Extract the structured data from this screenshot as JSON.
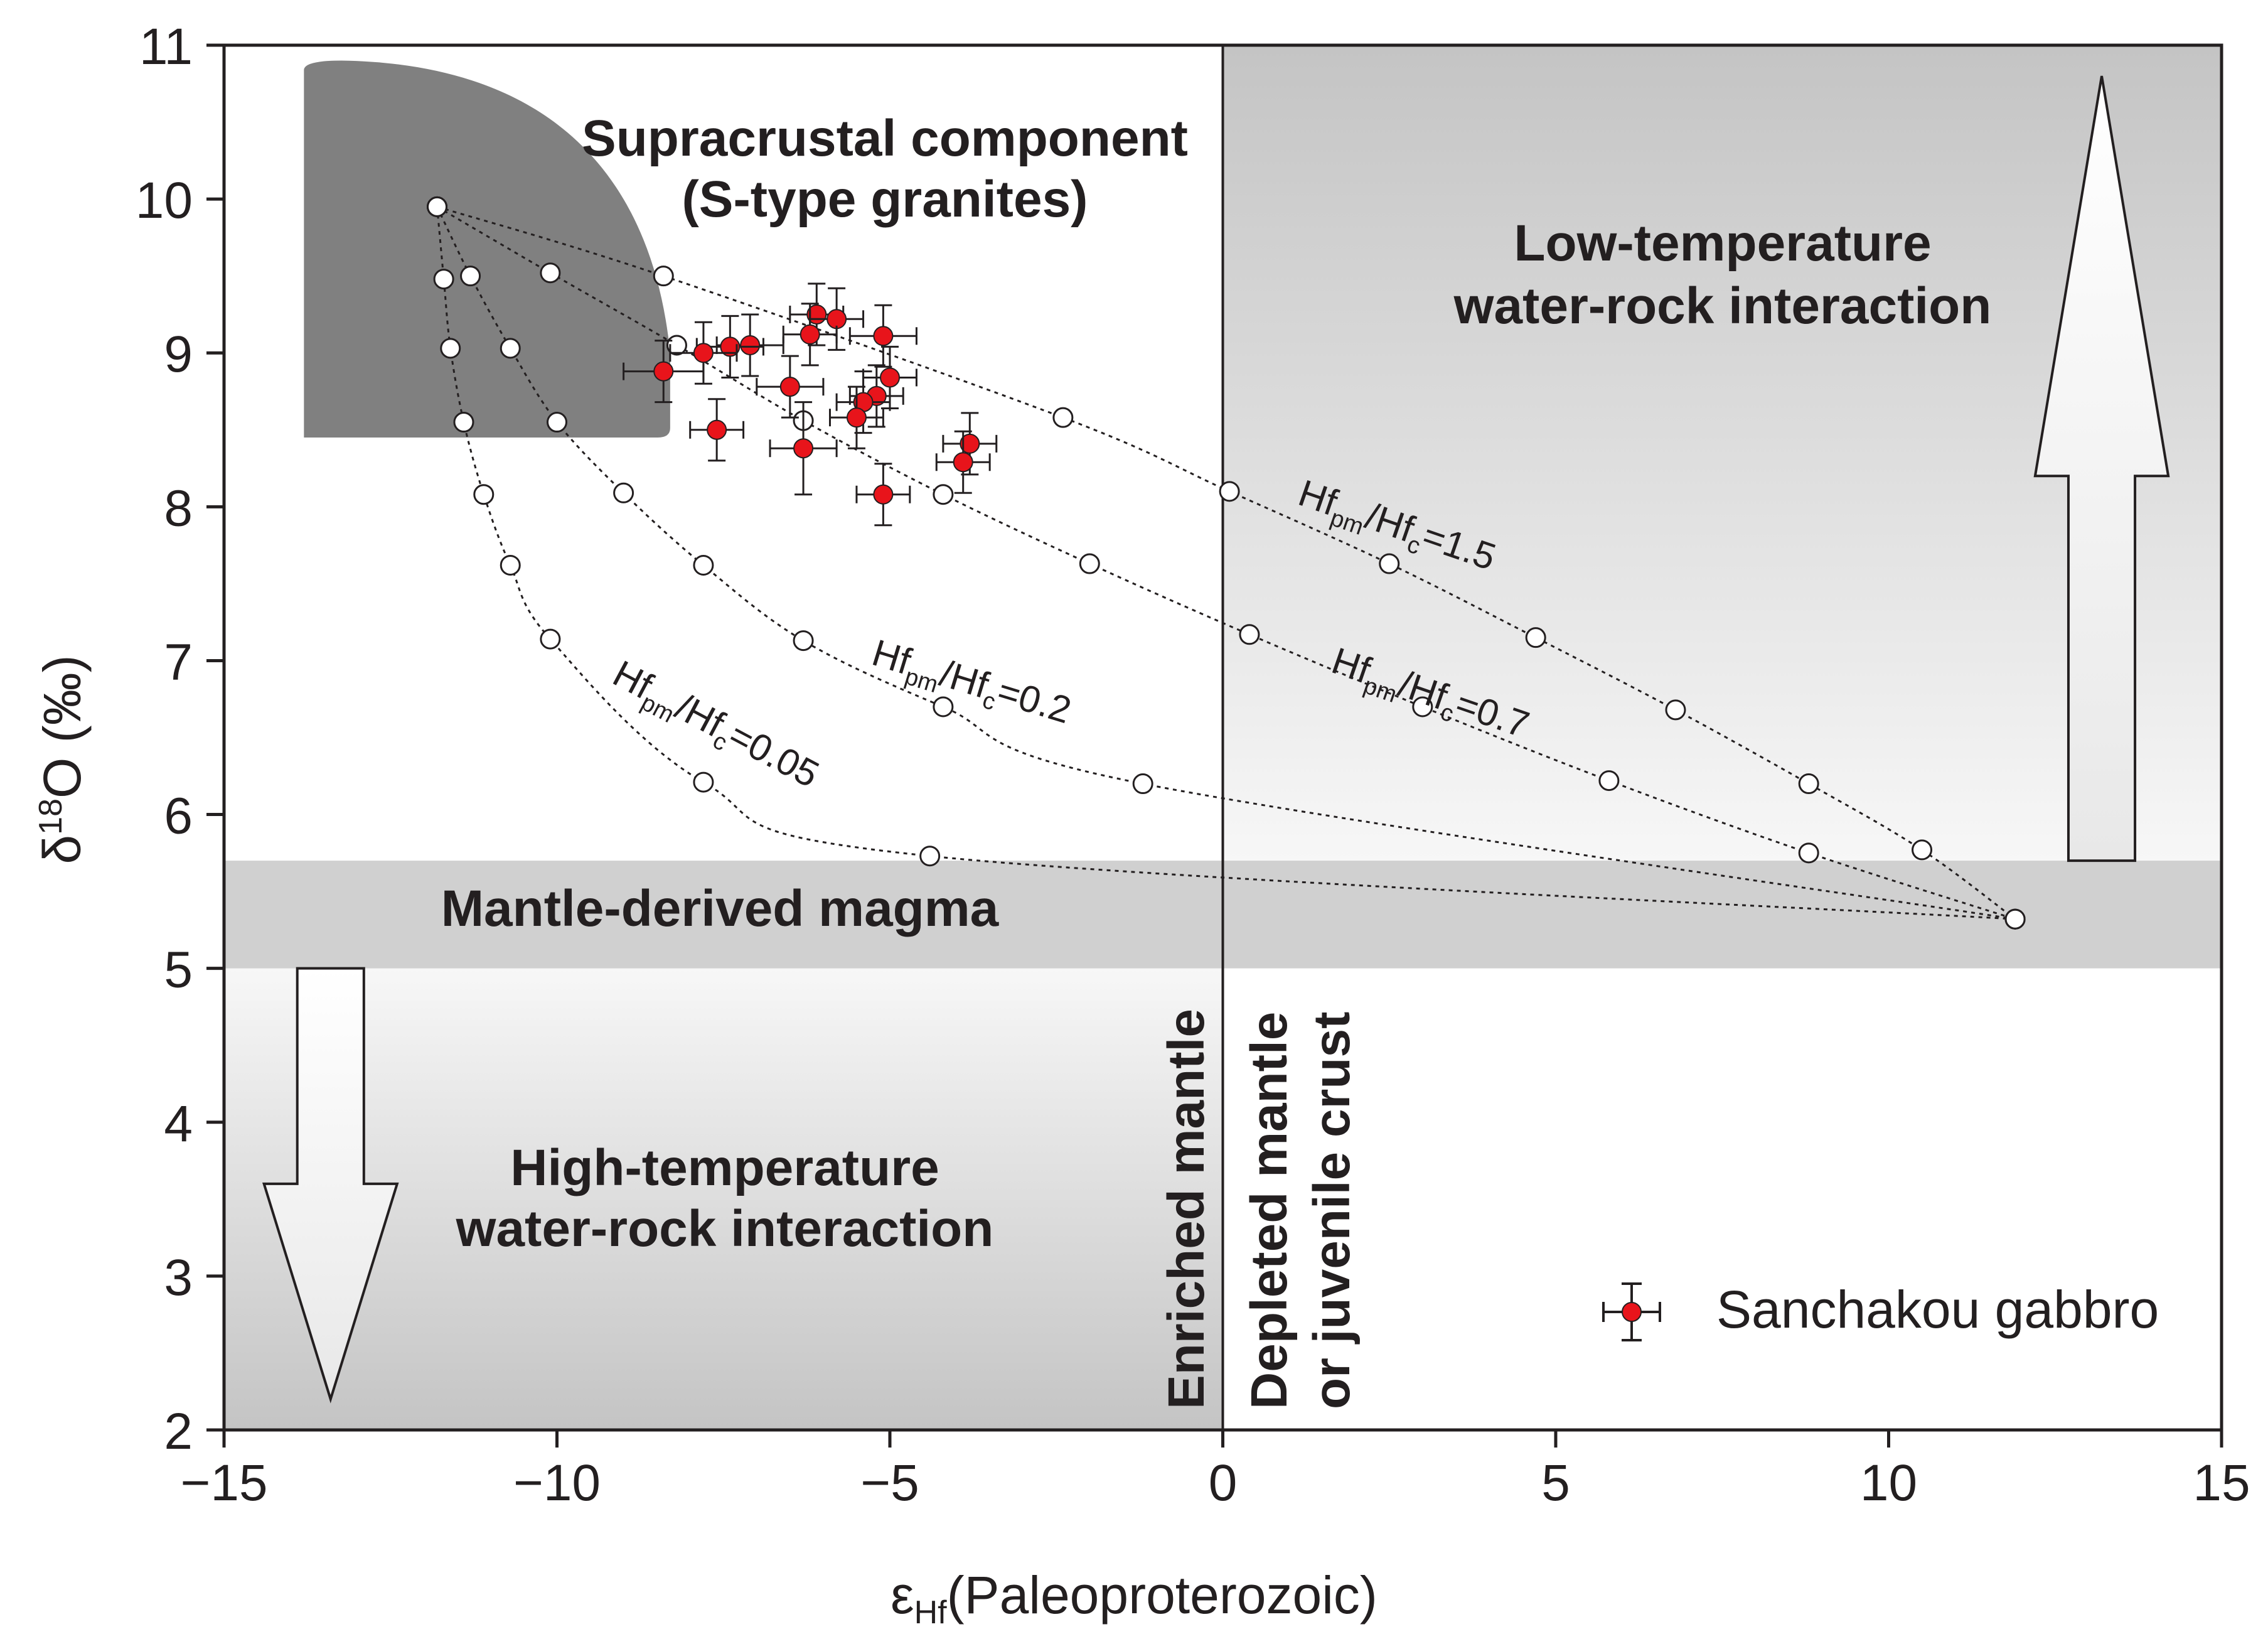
{
  "chart_data": {
    "type": "scatter",
    "xlabel": "εHf(Paleoproterozoic)",
    "xlabel_main": "ε",
    "xlabel_sub": "Hf",
    "xlabel_rest": "(Paleoproterozoic)",
    "ylabel": "δ18O (‰)",
    "ylabel_main": "δ",
    "ylabel_sup": "18",
    "ylabel_rest": "O (‰)",
    "xlim": [
      -15,
      15
    ],
    "ylim": [
      2,
      11
    ],
    "x_ticks": [
      -15,
      -10,
      -5,
      0,
      5,
      10,
      15
    ],
    "y_ticks": [
      2,
      3,
      4,
      5,
      6,
      7,
      8,
      9,
      10,
      11
    ],
    "x_tick_labels": [
      "−15",
      "−10",
      "−5",
      "0",
      "5",
      "10",
      "15"
    ],
    "y_tick_labels": [
      "2",
      "3",
      "4",
      "5",
      "6",
      "7",
      "8",
      "9",
      "10",
      "11"
    ],
    "grid": false,
    "regions": {
      "supracrustal": {
        "line1": "Supracrustal component",
        "line2": "(S-type granites)"
      },
      "low_temp": {
        "line1": "Low-temperature",
        "line2": "water-rock interaction"
      },
      "high_temp": {
        "line1": "High-temperature",
        "line2": "water-rock interaction"
      },
      "mantle": {
        "label": "Mantle-derived magma",
        "y_range": [
          5.0,
          5.7
        ]
      },
      "enriched": {
        "label": "Enriched mantle"
      },
      "depleted": {
        "line1": "Depleted mantle",
        "line2": "or juvenile crust"
      }
    },
    "mixing_curves": [
      {
        "ratio": "1.5",
        "points": [
          [
            -11.8,
            9.95
          ],
          [
            -8.4,
            9.5
          ],
          [
            -2.4,
            8.58
          ],
          [
            0.1,
            8.1
          ],
          [
            2.5,
            7.63
          ],
          [
            4.7,
            7.15
          ],
          [
            6.8,
            6.68
          ],
          [
            8.8,
            6.2
          ],
          [
            10.5,
            5.77
          ],
          [
            11.9,
            5.32
          ]
        ]
      },
      {
        "ratio": "0.7",
        "points": [
          [
            -11.8,
            9.95
          ],
          [
            -10.1,
            9.52
          ],
          [
            -8.2,
            9.05
          ],
          [
            -6.3,
            8.56
          ],
          [
            -4.2,
            8.08
          ],
          [
            -2.0,
            7.63
          ],
          [
            0.4,
            7.17
          ],
          [
            3.0,
            6.7
          ],
          [
            5.8,
            6.22
          ],
          [
            8.8,
            5.75
          ],
          [
            11.9,
            5.32
          ]
        ]
      },
      {
        "ratio": "0.2",
        "points": [
          [
            -11.8,
            9.95
          ],
          [
            -11.3,
            9.5
          ],
          [
            -10.7,
            9.03
          ],
          [
            -10.0,
            8.55
          ],
          [
            -9.0,
            8.09
          ],
          [
            -7.8,
            7.62
          ],
          [
            -6.3,
            7.13
          ],
          [
            -4.2,
            6.7
          ],
          [
            -1.2,
            6.2
          ],
          [
            11.9,
            5.32
          ]
        ]
      },
      {
        "ratio": "0.05",
        "points": [
          [
            -11.8,
            9.95
          ],
          [
            -11.7,
            9.48
          ],
          [
            -11.6,
            9.03
          ],
          [
            -11.4,
            8.55
          ],
          [
            -11.1,
            8.08
          ],
          [
            -10.7,
            7.62
          ],
          [
            -10.1,
            7.14
          ],
          [
            -7.8,
            6.21
          ],
          [
            -4.4,
            5.73
          ],
          [
            11.9,
            5.32
          ]
        ]
      }
    ],
    "curve_label_prefix": "Hf",
    "curve_label_sub1": "pm",
    "curve_label_mid": "/Hf",
    "curve_label_sub2": "c",
    "series": [
      {
        "name": "Sanchakou gabbro",
        "color": "#e8141b",
        "points": [
          {
            "x": -6.1,
            "y": 9.25,
            "xerr": 0.4,
            "yerr": 0.2
          },
          {
            "x": -5.8,
            "y": 9.22,
            "xerr": 0.4,
            "yerr": 0.2
          },
          {
            "x": -6.2,
            "y": 9.12,
            "xerr": 0.4,
            "yerr": 0.2
          },
          {
            "x": -5.1,
            "y": 9.11,
            "xerr": 0.5,
            "yerr": 0.2
          },
          {
            "x": -7.1,
            "y": 9.05,
            "xerr": 0.5,
            "yerr": 0.2
          },
          {
            "x": -7.4,
            "y": 9.04,
            "xerr": 0.5,
            "yerr": 0.2
          },
          {
            "x": -7.8,
            "y": 9.0,
            "xerr": 0.5,
            "yerr": 0.2
          },
          {
            "x": -8.4,
            "y": 8.88,
            "xerr": 0.6,
            "yerr": 0.2
          },
          {
            "x": -5.0,
            "y": 8.84,
            "xerr": 0.4,
            "yerr": 0.2
          },
          {
            "x": -6.5,
            "y": 8.78,
            "xerr": 0.5,
            "yerr": 0.2
          },
          {
            "x": -5.2,
            "y": 8.72,
            "xerr": 0.4,
            "yerr": 0.2
          },
          {
            "x": -5.4,
            "y": 8.68,
            "xerr": 0.4,
            "yerr": 0.2
          },
          {
            "x": -5.5,
            "y": 8.58,
            "xerr": 0.4,
            "yerr": 0.2
          },
          {
            "x": -7.6,
            "y": 8.5,
            "xerr": 0.4,
            "yerr": 0.2
          },
          {
            "x": -3.8,
            "y": 8.41,
            "xerr": 0.4,
            "yerr": 0.2
          },
          {
            "x": -6.3,
            "y": 8.38,
            "xerr": 0.5,
            "yerr": 0.3
          },
          {
            "x": -3.9,
            "y": 8.29,
            "xerr": 0.4,
            "yerr": 0.2
          },
          {
            "x": -5.1,
            "y": 8.08,
            "xerr": 0.4,
            "yerr": 0.2
          }
        ]
      }
    ],
    "legend": {
      "label": "Sanchakou gabbro",
      "position": "bottom-right"
    }
  }
}
